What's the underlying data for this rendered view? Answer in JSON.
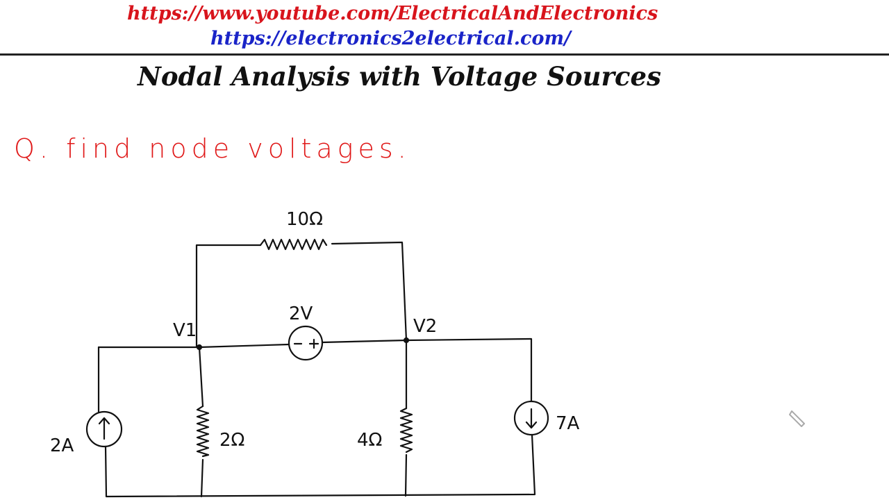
{
  "header": {
    "youtube_url": "https://www.youtube.com/ElectricalAndElectronics",
    "site_url": "https://electronics2electrical.com/",
    "title": "Nodal Analysis with Voltage Sources"
  },
  "question": "Q. find node voltages.",
  "circuit": {
    "top_resistor": "10Ω",
    "voltage_source": "2V",
    "voltage_source_polarity": "− +",
    "node1": "V1",
    "node2": "V2",
    "left_current_source": "2A",
    "left_resistor": "2Ω",
    "right_resistor": "4Ω",
    "right_current_source": "7A"
  },
  "colors": {
    "youtube_url": "#d8141c",
    "site_url": "#1a24c8",
    "question": "#e01818"
  }
}
